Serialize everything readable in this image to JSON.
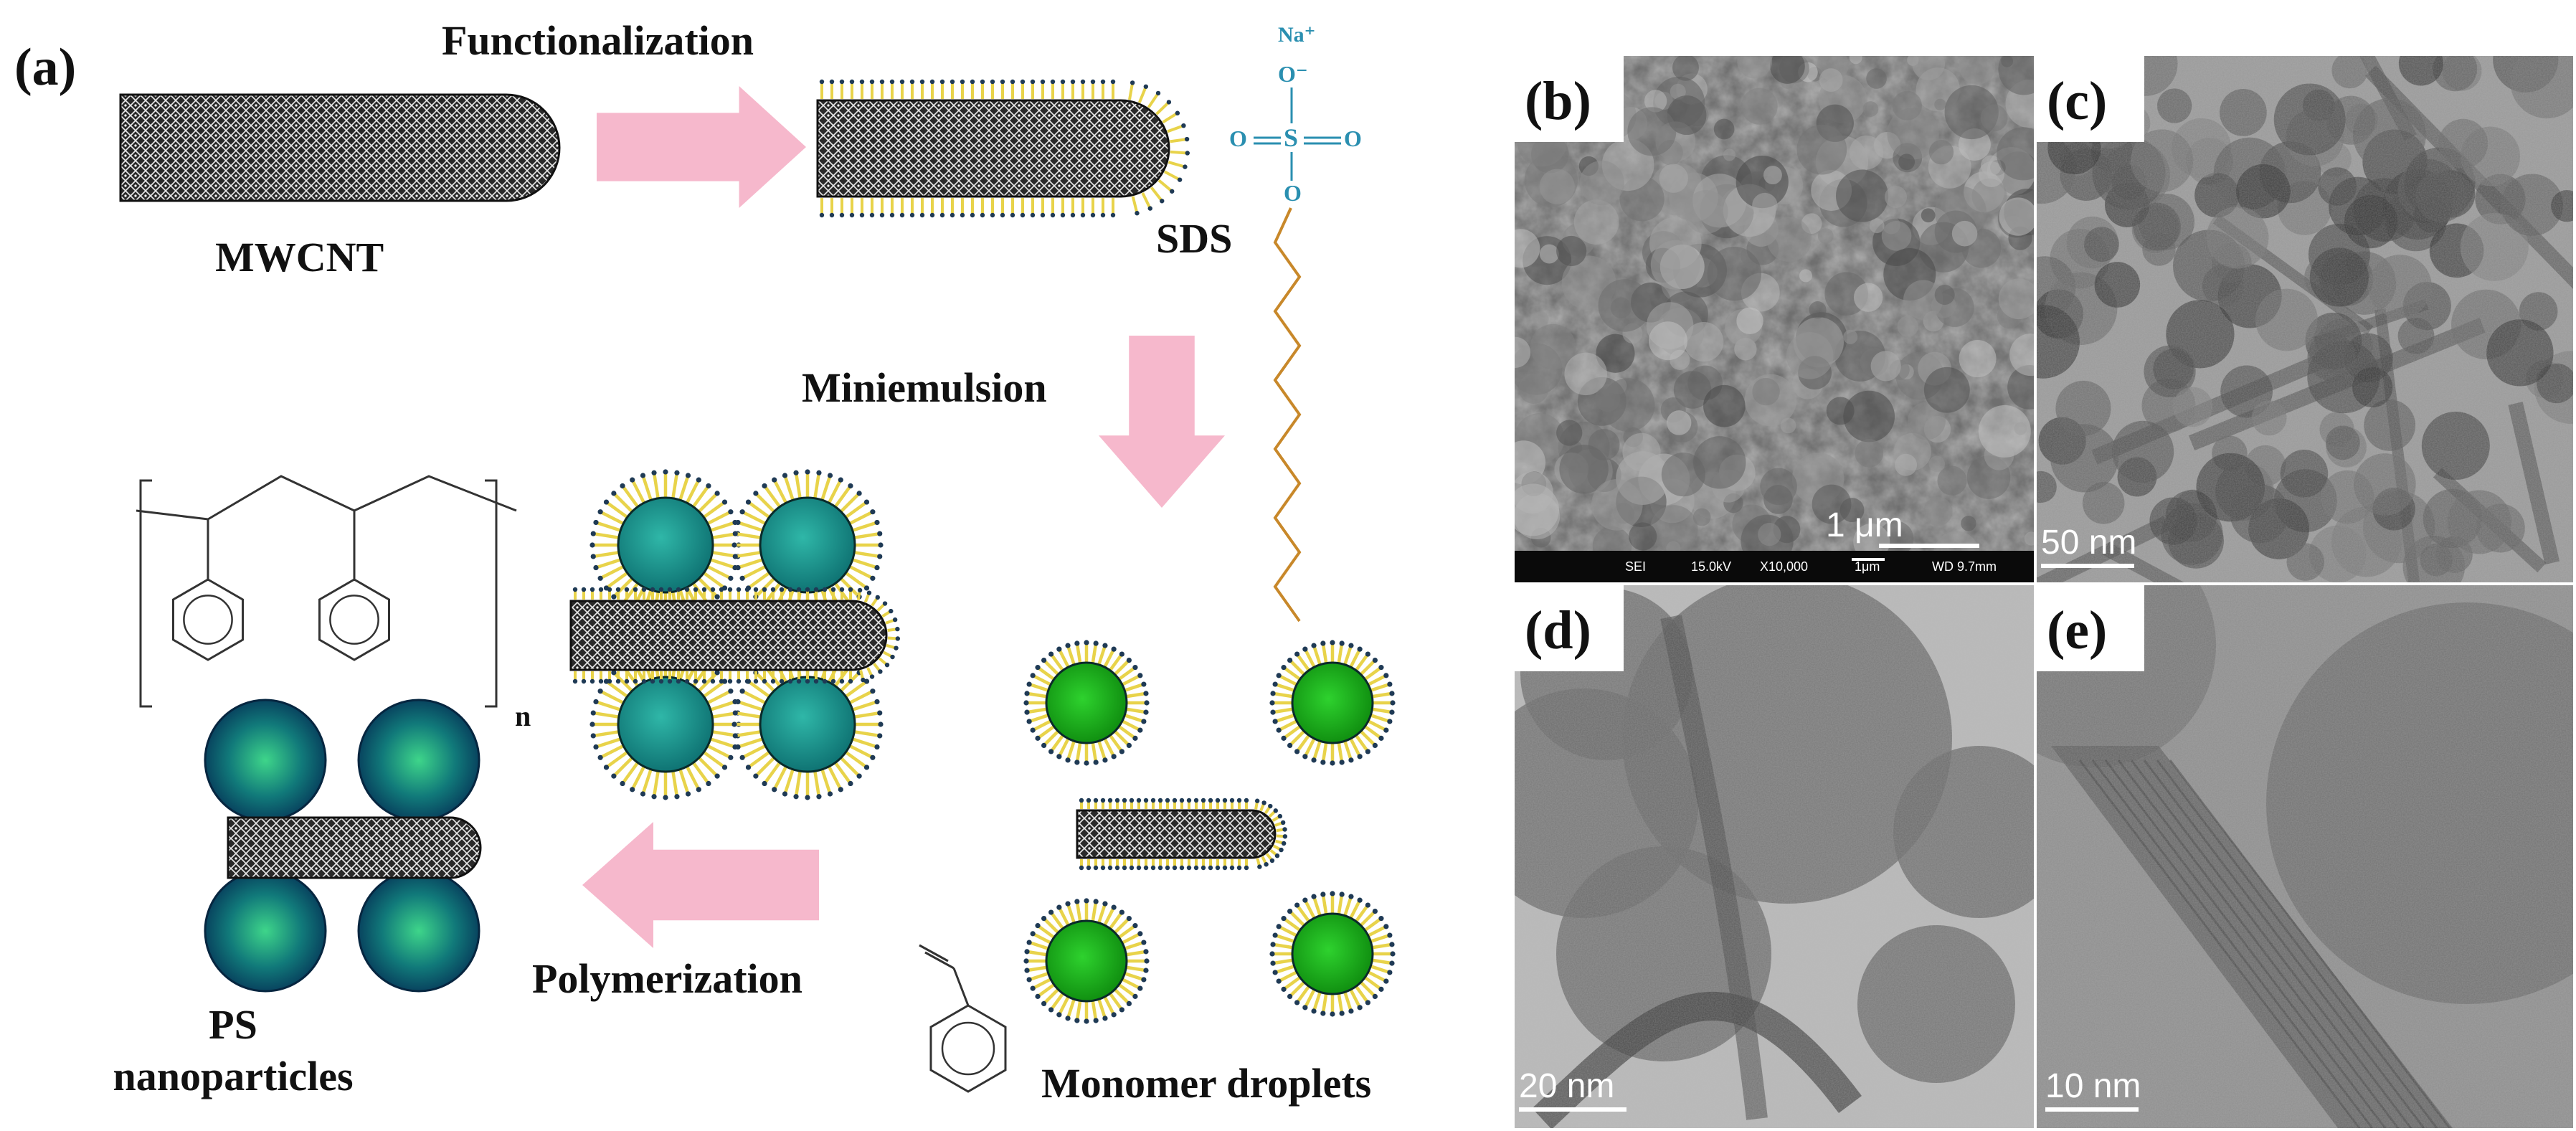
{
  "panel_labels": {
    "a": "(a)",
    "b": "(b)",
    "c": "(c)",
    "d": "(d)",
    "e": "(e)"
  },
  "scheme": {
    "step_functionalization": "Functionalization",
    "step_miniemulsion": "Miniemulsion",
    "step_polymerization": "Polymerization",
    "label_mwcnt": "MWCNT",
    "label_sds": "SDS",
    "label_monomer_droplets": "Monomer droplets",
    "label_ps_line1": "PS",
    "label_ps_line2": "nanoparticles",
    "sds_na": "Na⁺",
    "sds_o_minus": "O⁻",
    "sds_s": "S",
    "sds_o": "O",
    "polymer_subscript": "n"
  },
  "micrographs": {
    "b_scale": "1 μm",
    "b_info_mode": "SEI",
    "b_info_voltage": "15.0kV",
    "b_info_mag": "X10,000",
    "b_info_bar": "1μm",
    "b_info_wd": "WD 9.7mm",
    "c_scale": "50 nm",
    "d_scale": "20 nm",
    "e_scale": "10 nm"
  },
  "colors": {
    "arrow_pink": "#f6b8cc",
    "droplet_green": "#18b418",
    "ps_dark_teal": "#08406a",
    "teal_particle": "#1aa095",
    "surfactant_yellow": "#e8d34a",
    "sds_chain": "#c8882a",
    "sds_head": "#2a8fb0"
  }
}
